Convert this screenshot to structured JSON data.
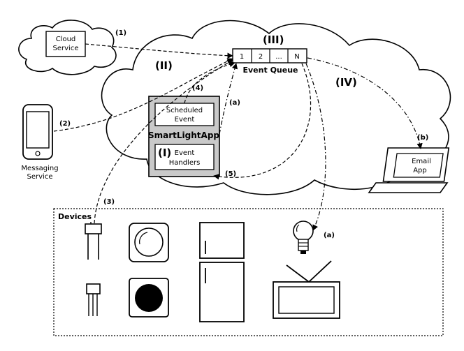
{
  "cloud_service": {
    "line1": "Cloud",
    "line2": "Service",
    "step": "(1)"
  },
  "messaging_service": {
    "line1": "Messaging",
    "line2": "Service",
    "step": "(2)"
  },
  "regions": {
    "smartapp_region": "(II)",
    "queue_region": "(III)",
    "email_region": "(IV)",
    "handler_region": "(I)"
  },
  "event_queue": {
    "label": "Event Queue",
    "slots": [
      "1",
      "2",
      "...",
      "N"
    ]
  },
  "smartlightapp": {
    "title": "SmartLightApp",
    "scheduled_line1": "Scheduled",
    "scheduled_line2": "Event",
    "handlers_line1": "Event",
    "handlers_line2": "Handlers"
  },
  "arrows": {
    "step3": "(3)",
    "step4": "(4)",
    "step5": "(5)",
    "step_a_upper": "(a)",
    "step_a_lower": "(a)",
    "step_b": "(b)"
  },
  "email_app": {
    "line1": "Email",
    "line2": "App"
  },
  "devices": {
    "label": "Devices"
  }
}
